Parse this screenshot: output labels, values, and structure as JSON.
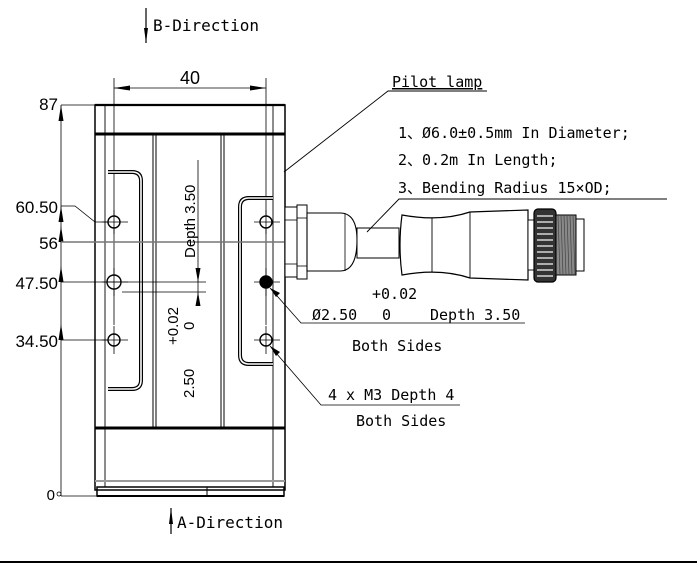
{
  "directions": {
    "top": "B-Direction",
    "bottom": "A-Direction"
  },
  "dimensions": {
    "width": "40",
    "vertical_ticks": [
      "87",
      "60.50",
      "56",
      "47.50",
      "34.50",
      "0"
    ]
  },
  "center_note": {
    "depth": "Depth 3.50",
    "tol_upper": "+0.02",
    "tol_lower": "0",
    "nominal": "2.50"
  },
  "pilot_lamp": {
    "title": "Pilot lamp",
    "specs": [
      "1、Ø6.0±0.5mm In Diameter;",
      "2、0.2m In Length;",
      "3、Bending Radius 15×OD;"
    ]
  },
  "pin_hole_note": {
    "tol_upper": "+0.02",
    "diameter": "Ø2.50",
    "tol_lower": "0",
    "depth": "Depth 3.50",
    "sides": "Both Sides"
  },
  "thread_note": {
    "spec": "4 x M3 Depth 4",
    "sides": "Both Sides"
  }
}
